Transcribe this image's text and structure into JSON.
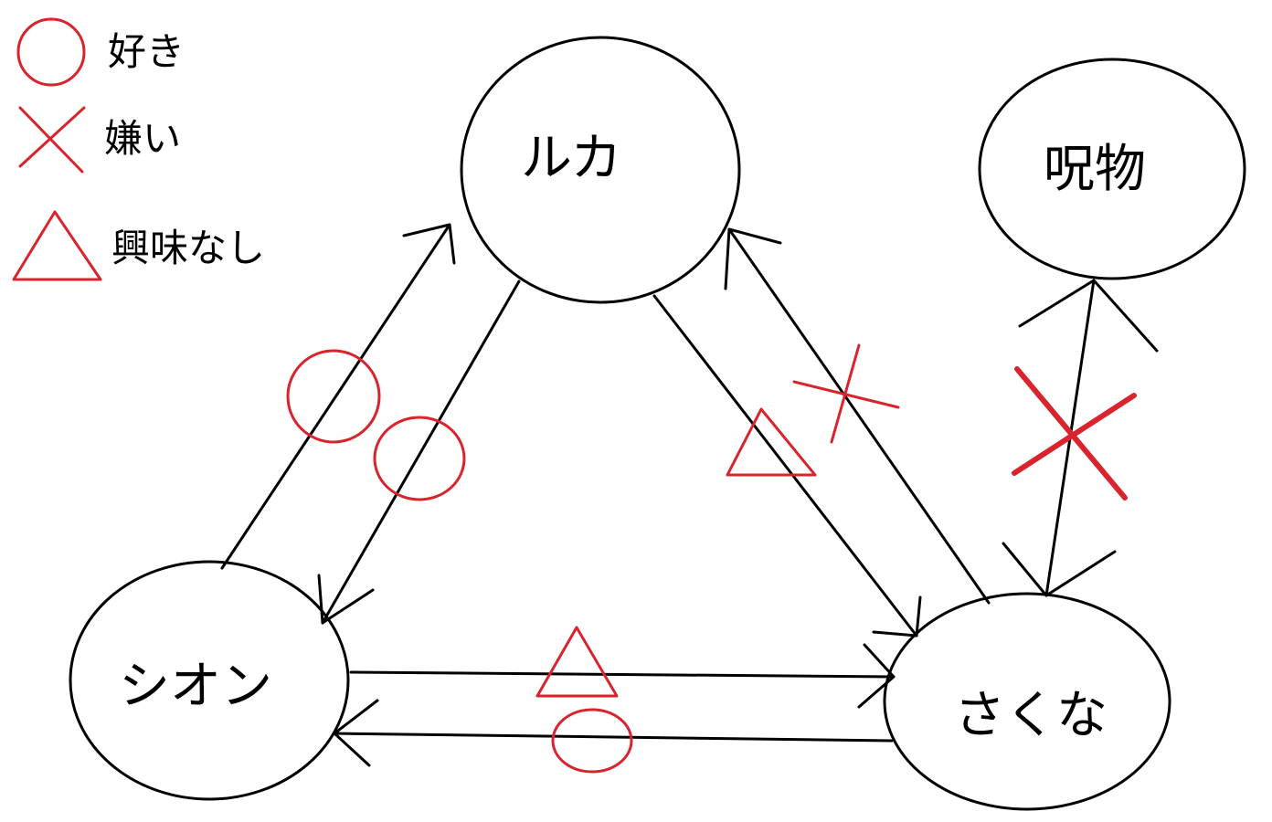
{
  "legend": {
    "like_label": "好き",
    "dislike_label": "嫌い",
    "indifferent_label": "興味なし"
  },
  "nodes": {
    "ruka": "ルカ",
    "shion": "シオン",
    "sakuna": "さくな",
    "jubutsu": "呪物"
  },
  "relations": [
    {
      "from": "shion",
      "to": "ruka",
      "feeling": "like"
    },
    {
      "from": "ruka",
      "to": "shion",
      "feeling": "like"
    },
    {
      "from": "ruka",
      "to": "sakuna",
      "feeling": "indifferent"
    },
    {
      "from": "sakuna",
      "to": "ruka",
      "feeling": "dislike"
    },
    {
      "from": "shion",
      "to": "sakuna",
      "feeling": "indifferent"
    },
    {
      "from": "sakuna",
      "to": "shion",
      "feeling": "like"
    },
    {
      "from": "sakuna",
      "to": "jubutsu",
      "feeling": "dislike"
    },
    {
      "from": "jubutsu",
      "to": "sakuna",
      "feeling": "none"
    }
  ],
  "colors": {
    "mark": "#d9232d",
    "ink": "#000000",
    "background": "#ffffff"
  }
}
